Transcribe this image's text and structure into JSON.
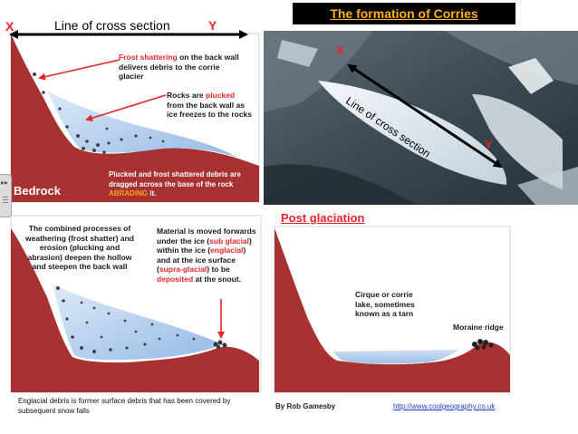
{
  "title": "The formation of Corries",
  "panel_top_left": {
    "x_letter": "X",
    "y_letter": "Y",
    "line_label": "Line of cross section",
    "bedrock": "Bedrock",
    "frost_a": "Frost shattering",
    "frost_b": " on the back wall delivers debris to the corrie glacier",
    "plucked_a": "Rocks are ",
    "plucked_b": "plucked",
    "plucked_c": " from the back wall as ice freezes to the rocks",
    "abrade_a": "Plucked and frost shattered debris are dragged  across the base of the rock ",
    "abrade_b": "ABRADING",
    "abrade_c": " it."
  },
  "panel_photo": {
    "x_letter": "X",
    "y_letter": "Y",
    "line_label": "Line of cross  section"
  },
  "panel_bottom_left": {
    "combined": "The combined processes of weathering (frost shatter) and erosion (plucking and abrasion) deepen the hollow and steepen the back wall",
    "mat_1": "Material is moved forwards under the ice (",
    "mat_2": "sub glacial",
    "mat_3": ") within the ice (",
    "mat_4": "englacial",
    "mat_5": ") and at the ice surface (",
    "mat_6": "supra-glacial",
    "mat_7": ") to be ",
    "mat_8": "deposited",
    "mat_9": " at the snout.",
    "englacial_note": "Englacial debris is former surface debris that has been covered by subsequent snow falls"
  },
  "panel_bottom_right": {
    "title": "Post glaciation",
    "cirque": "Cirque or corrie lake, sometimes known as a tarn",
    "moraine": "Moraine ridge",
    "credit": "By Rob Gamesby",
    "url": "http://www.coolgeography.co.uk"
  },
  "colors": {
    "rock": "#a83232",
    "ice": "#a9c9ec",
    "accent_red": "#e8262a",
    "title_bg": "#000000",
    "title_text": "#ffb21a"
  }
}
